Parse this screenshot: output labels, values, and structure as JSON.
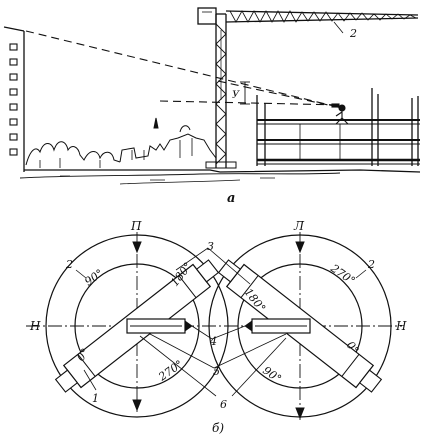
{
  "colors": {
    "ink": "#111111",
    "paper": "#ffffff"
  },
  "figure_a": {
    "label": "а",
    "crane_callout": "2",
    "height_mark": "У"
  },
  "figure_b": {
    "label": "б)",
    "left_dial": {
      "axis_top": "П",
      "axis_left": "Н",
      "ring_number": "2",
      "deg_top": "90°",
      "deg_arm_upper": "180°",
      "deg_arm_lower": "0°",
      "deg_bottom": "270°",
      "callout_1": "1"
    },
    "right_dial": {
      "axis_top": "Л",
      "axis_right": "Н",
      "ring_number": "2",
      "deg_top": "270°",
      "deg_arm_upper": "180°",
      "deg_arm_lower": "0°",
      "deg_bottom": "90°"
    },
    "callouts": {
      "c3": "3",
      "c4": "4",
      "c5": "5",
      "c6": "6"
    }
  }
}
